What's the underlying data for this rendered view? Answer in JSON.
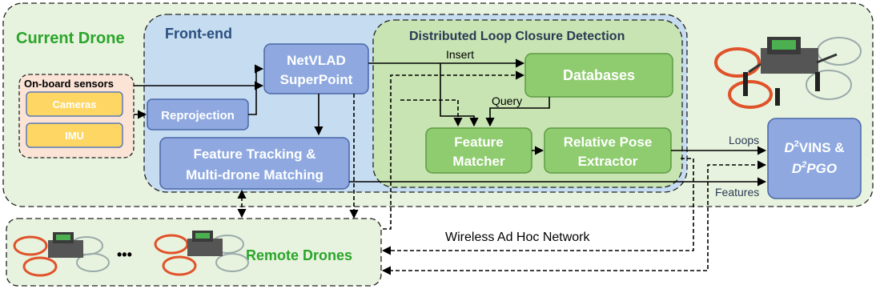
{
  "diagram": {
    "current_drone_label": "Current Drone",
    "frontend_label": "Front-end",
    "dlcd_label": "Distributed Loop Closure Detection",
    "onboard_label": "On-board sensors",
    "cameras_label": "Cameras",
    "imu_label": "IMU",
    "reprojection_label": "Reprojection",
    "netvlad_line1": "NetVLAD",
    "netvlad_line2": "SuperPoint",
    "tracking_line1": "Feature Tracking &",
    "tracking_line2": "Multi-drone Matching",
    "databases_label": "Databases",
    "matcher_line1": "Feature",
    "matcher_line2": "Matcher",
    "pose_line1": "Relative Pose",
    "pose_line2": "Extractor",
    "d2vins_line1": "D",
    "d2vins_sup1": "2",
    "d2vins_rest1": "VINS &",
    "d2vins_line2": "D",
    "d2vins_sup2": "2",
    "d2vins_rest2": "PGO",
    "insert_label": "Insert",
    "query_label": "Query",
    "loops_label": "Loops",
    "features_label": "Features",
    "wireless_label": "Wireless Ad Hoc Network",
    "remote_label": "Remote Drones",
    "ellipsis": "•••"
  },
  "colors": {
    "current_bg": "#e8f3df",
    "frontend_bg": "#c6dcf0",
    "dlcd_bg": "#c8e4b2",
    "green_box": "#8fcc6f",
    "blue_box": "#8fa9e0",
    "sensor_bg": "#fbe3d6",
    "yellow_box": "#fdd663",
    "green_text": "#2aa52a",
    "navy_text": "#2a4f7f",
    "drone_orange": "#e0522a"
  }
}
